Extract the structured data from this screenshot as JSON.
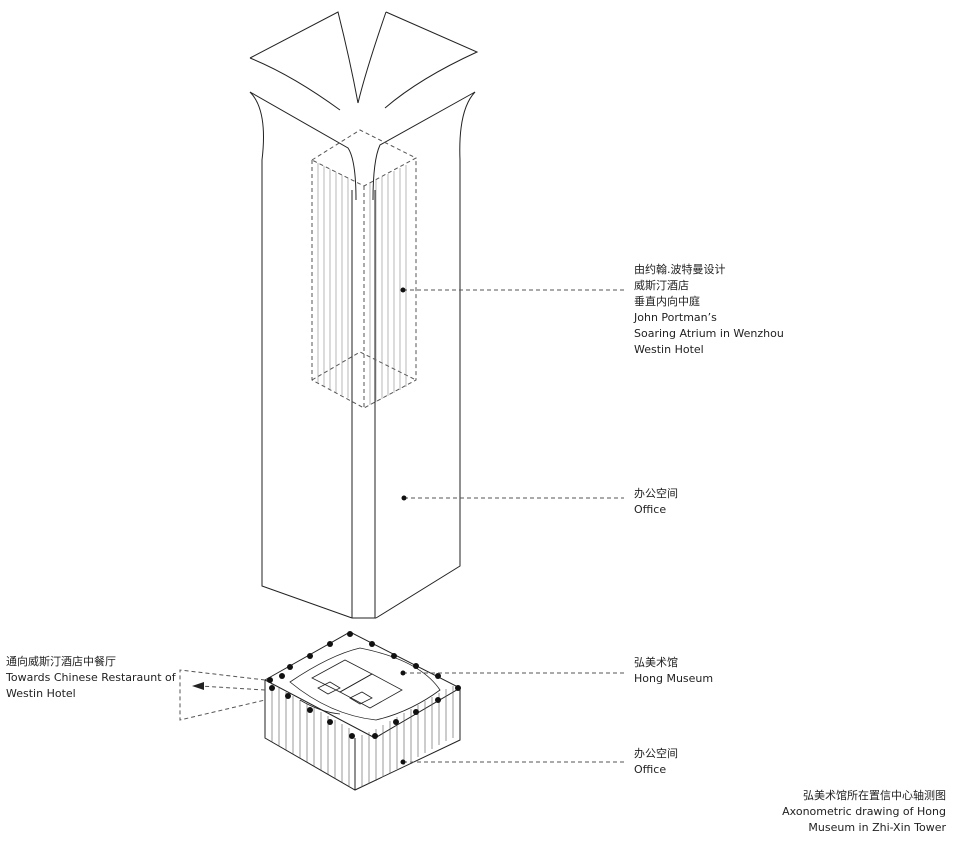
{
  "annotations": {
    "atrium": {
      "lines": [
        "由约翰.波特曼设计",
        "威斯汀酒店",
        "垂直内向中庭",
        "John Portman’s",
        "Soaring Atrium in Wenzhou",
        "Westin Hotel"
      ]
    },
    "office_tower": {
      "lines": [
        "办公空间",
        "Office"
      ]
    },
    "hong_museum": {
      "lines": [
        "弘美术馆",
        "Hong Museum"
      ]
    },
    "office_base": {
      "lines": [
        "办公空间",
        "Office"
      ]
    },
    "restaurant": {
      "lines": [
        "通向威斯汀酒店中餐厅",
        "Towards Chinese Restaraunt of",
        "Westin Hotel"
      ]
    }
  },
  "caption": {
    "lines": [
      "弘美术馆所在置信中心轴测图",
      "Axonometric drawing of Hong",
      "Museum in Zhi-Xin Tower"
    ]
  },
  "colors": {
    "line": "#222222",
    "dashed": "#555555",
    "background": "#ffffff"
  }
}
